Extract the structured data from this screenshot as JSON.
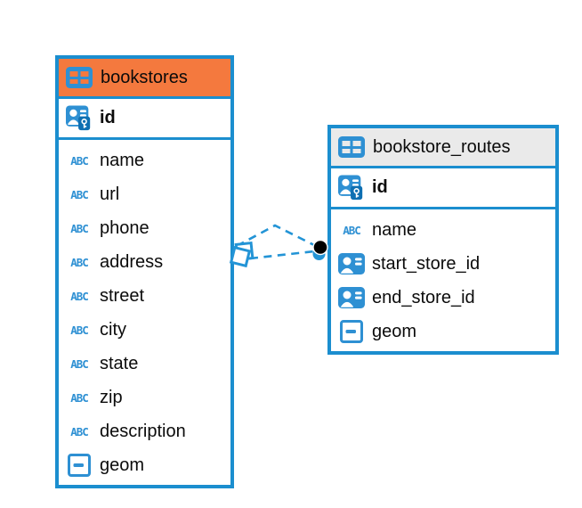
{
  "canvas": {
    "background": "#ffffff"
  },
  "colors": {
    "accent_blue": "#1b8ecf",
    "icon_blue": "#2e90d3",
    "bookstores_header": "#f4793e",
    "routes_header": "#eaeaea",
    "connector_line": "#2394d6",
    "pk_key_badge": "#0e6fb2",
    "text": "#0b0b0b"
  },
  "icons": {
    "text_type_label": "ABC"
  },
  "tables": [
    {
      "name": "bookstores",
      "primary_key": {
        "name": "id"
      },
      "columns": [
        {
          "name": "name",
          "type": "text"
        },
        {
          "name": "url",
          "type": "text"
        },
        {
          "name": "phone",
          "type": "text"
        },
        {
          "name": "address",
          "type": "text"
        },
        {
          "name": "street",
          "type": "text"
        },
        {
          "name": "city",
          "type": "text"
        },
        {
          "name": "state",
          "type": "text"
        },
        {
          "name": "zip",
          "type": "text"
        },
        {
          "name": "description",
          "type": "text"
        },
        {
          "name": "geom",
          "type": "geometry"
        }
      ]
    },
    {
      "name": "bookstore_routes",
      "primary_key": {
        "name": "id"
      },
      "columns": [
        {
          "name": "name",
          "type": "text"
        },
        {
          "name": "start_store_id",
          "type": "reference"
        },
        {
          "name": "end_store_id",
          "type": "reference"
        },
        {
          "name": "geom",
          "type": "geometry"
        }
      ]
    }
  ],
  "relationship": {
    "from_table": "bookstores",
    "to_table": "bookstore_routes",
    "style": "dashed",
    "line_count": 2,
    "source_symbol": "overlapping-squares",
    "target_symbol": "black-dot"
  }
}
